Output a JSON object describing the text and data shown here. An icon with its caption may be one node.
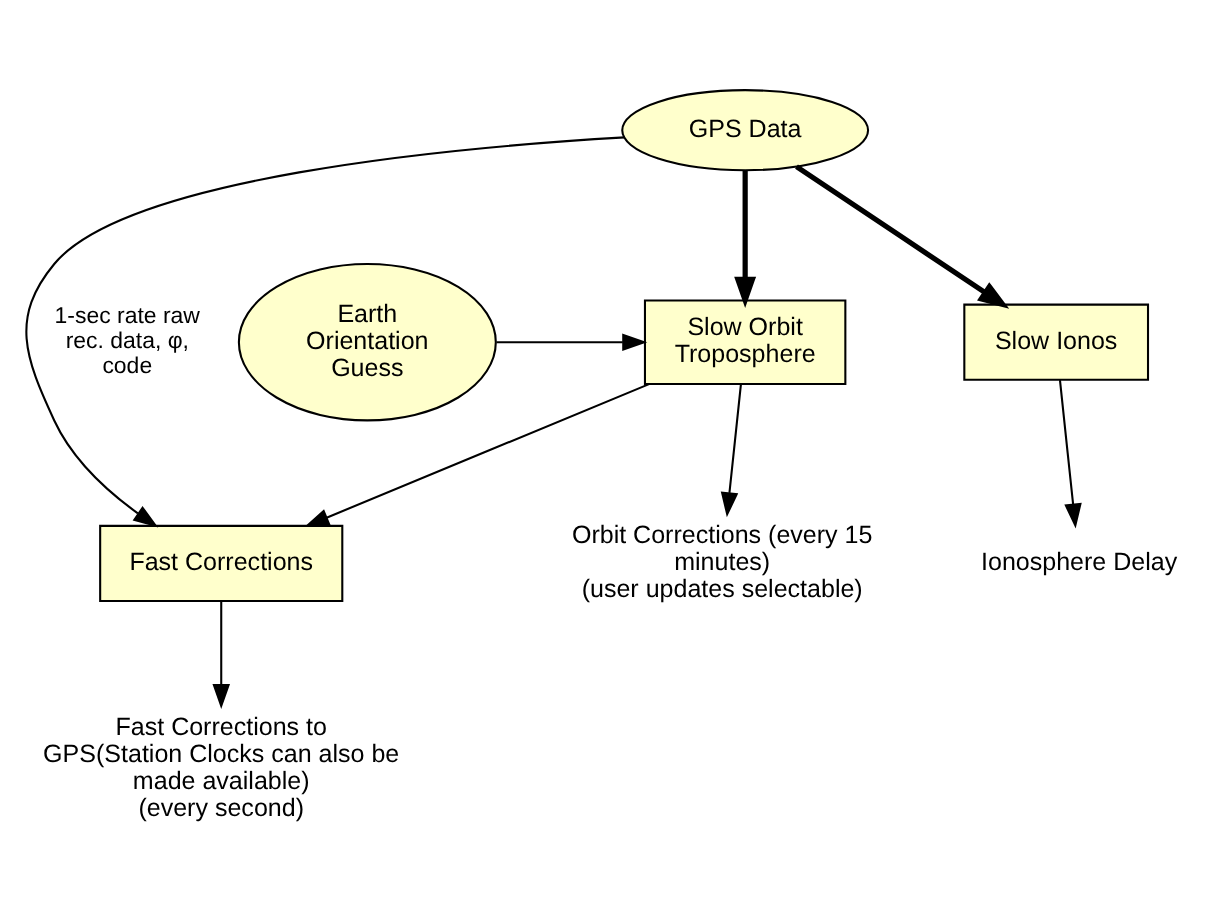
{
  "diagram": {
    "nodes": [
      {
        "text": [
          "GPS Data"
        ]
      },
      {
        "text": [
          "Earth Orientation Guess"
        ]
      },
      {
        "text": [
          "Slow Orbit Troposphere"
        ]
      },
      {
        "text": [
          "Slow Ionos"
        ]
      },
      {
        "text": [
          "Fast Corrections"
        ]
      },
      {
        "text": [
          "Orbit Corrections (every 15 minutes)",
          "(user updates selectable)"
        ]
      },
      {
        "text": [
          "Ionosphere Delay"
        ]
      },
      {
        "text": [
          "Fast Corrections to GPS(Station Clocks can also be made available)",
          "(every second)"
        ]
      }
    ],
    "edges": [
      {
        "from": 0,
        "to": 2,
        "arrow": "to",
        "style": "thick"
      },
      {
        "from": 0,
        "to": 4,
        "arrow": "to",
        "label": "1-sec rate raw rec. data, φ, code"
      },
      {
        "from": 0,
        "to": 3,
        "arrow": "to",
        "style": "thick"
      },
      {
        "from": 1,
        "to": 2,
        "arrow": "to"
      },
      {
        "from": 2,
        "to": 5,
        "arrow": "to"
      },
      {
        "from": 2,
        "to": 4,
        "arrow": "to"
      },
      {
        "from": 3,
        "to": 6,
        "arrow": "to"
      },
      {
        "from": 4,
        "to": 7,
        "arrow": "to"
      }
    ]
  }
}
